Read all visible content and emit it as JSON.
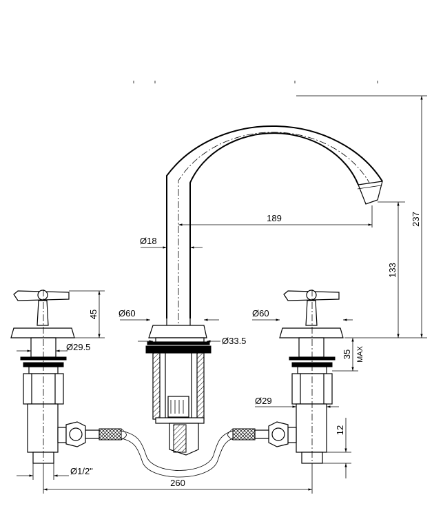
{
  "dimensions": {
    "spout_reach": "189",
    "total_height": "237",
    "spout_height": "133",
    "spout_diameter": "Ø18",
    "handle_height": "45",
    "base_diameter_left": "Ø60",
    "base_diameter_right": "Ø60",
    "stem_diameter": "Ø29.5",
    "spout_base_diameter": "Ø33.5",
    "deck_max": "35",
    "deck_max_label": "MAX",
    "valve_diameter": "Ø29",
    "connector_length": "12",
    "thread_size": "Ø1/2\"",
    "centre_spread": "260"
  }
}
